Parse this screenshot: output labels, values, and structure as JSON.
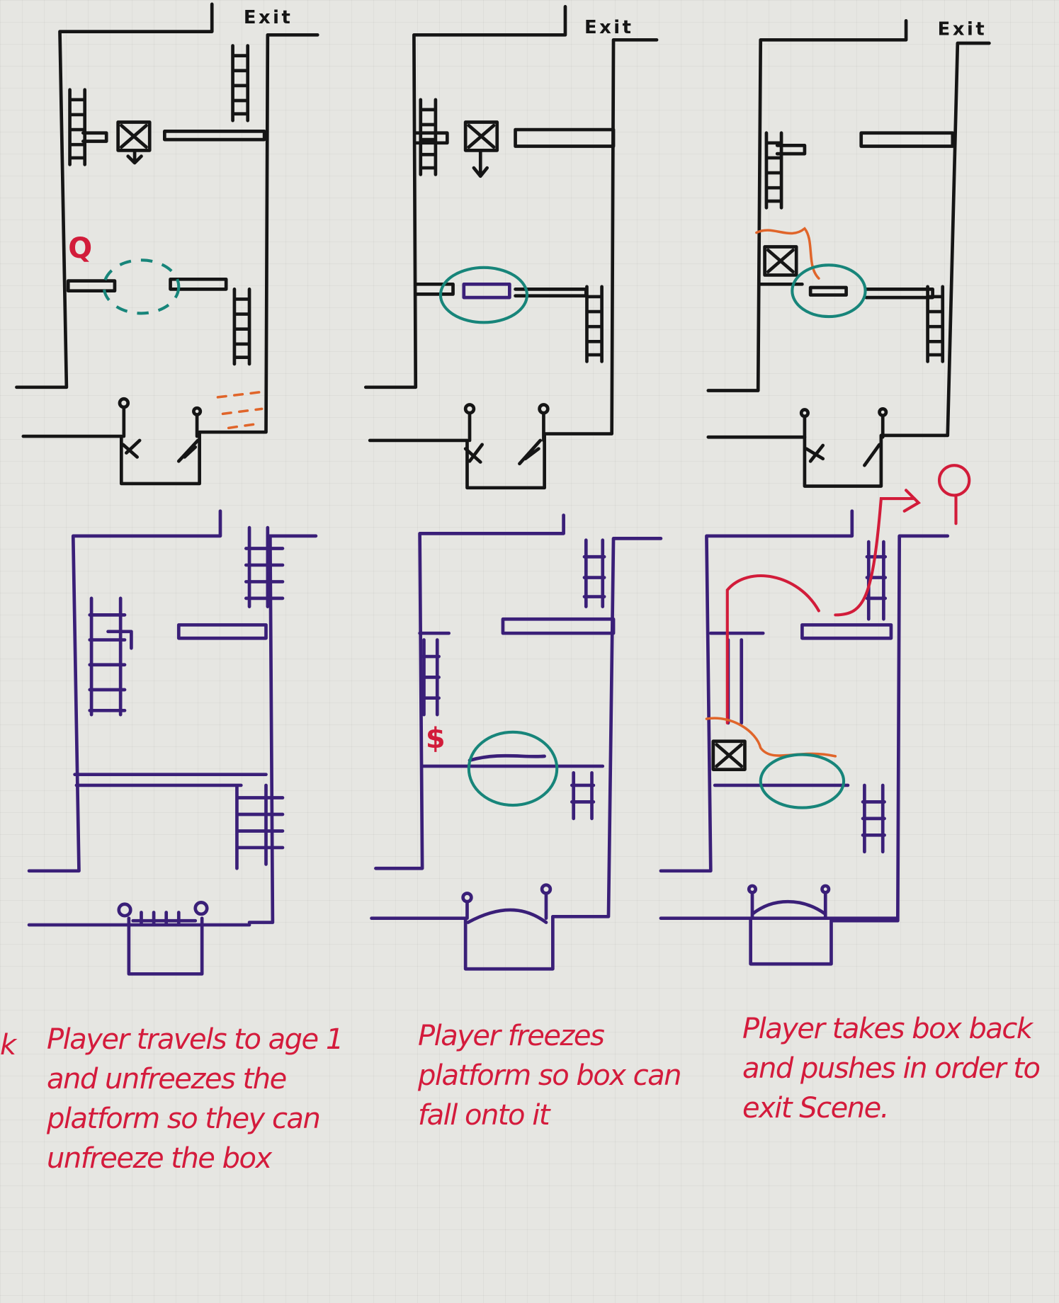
{
  "exit_labels": [
    "Exit",
    "Exit",
    "Exit"
  ],
  "captions": [
    "Player travels to age 1 and unfreezes the platform so they can unfreeze the box",
    "Player freezes platform so box can fall onto it",
    "Player takes box back and pushes in order to exit Scene."
  ],
  "stray_mark": "k",
  "colors": {
    "top_row_ink": "#151515",
    "bottom_row_ink": "#3a1f78",
    "caption_ink": "#d41b3c",
    "circle_ink": "#17857a",
    "accent_orange": "#e0652a"
  }
}
